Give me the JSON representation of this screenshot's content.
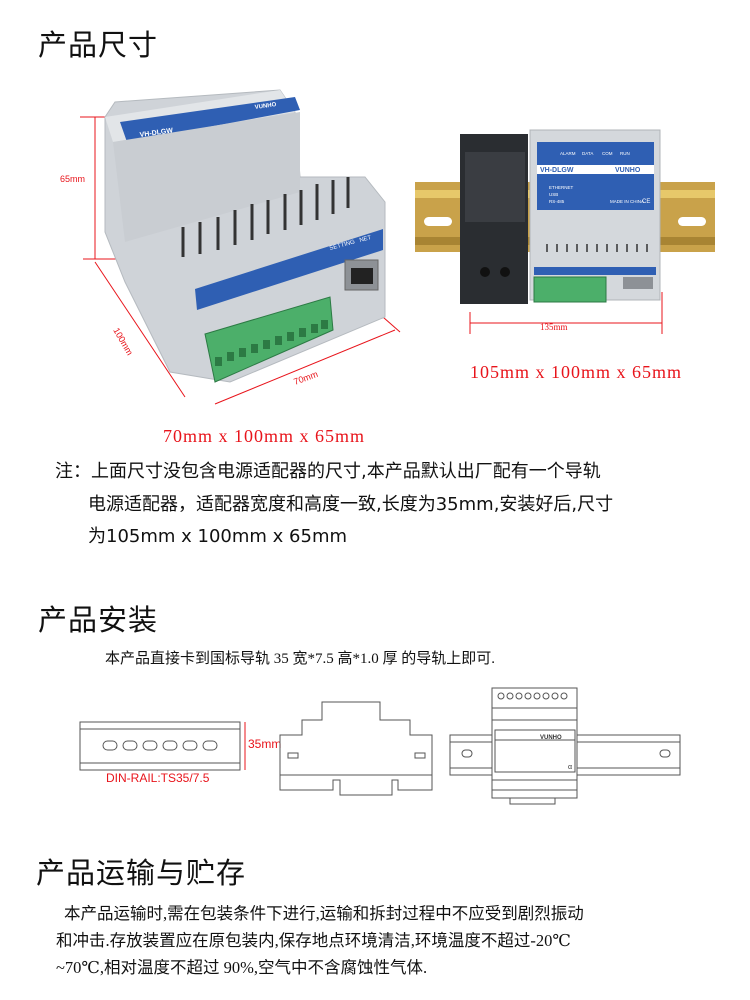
{
  "sections": {
    "size": {
      "title": "产品尺寸",
      "left_photo": {
        "dim_height": "65mm",
        "dim_depth": "100mm",
        "dim_width": "70mm",
        "caption": "70mm x 100mm x 65mm"
      },
      "right_photo": {
        "dim_width": "135mm",
        "caption": "105mm x 100mm x 65mm"
      },
      "device_labels": {
        "model": "VH-DLGW",
        "brand": "VUNHO",
        "leds": [
          "ALARM",
          "DATA",
          "COM",
          "RUN"
        ],
        "setting": "SETTING",
        "net": "NET",
        "type_rows": [
          "ETHERNET",
          "USB",
          "RS-485"
        ],
        "made_in": "MADE IN CHINA",
        "ce": "CE"
      },
      "note_lines": [
        "注：上面尺寸没包含电源适配器的尺寸,本产品默认出厂配有一个导轨",
        "电源适配器，适配器宽度和高度一致,长度为35mm,安装好后,尺寸",
        "为105mm x 100mm x 65mm"
      ]
    },
    "install": {
      "title": "产品安装",
      "text": "本产品直接卡到国标导轨 35 宽*7.5 高*1.0 厚 的导轨上即可.",
      "rail_height": "35mm",
      "rail_label": "DIN-RAIL:TS35/7.5",
      "diagram_brand": "VUNHO",
      "diagram_mark": "α"
    },
    "storage": {
      "title": "产品运输与贮存",
      "lines": [
        "本产品运输时,需在包装条件下进行,运输和拆封过程中不应受到剧烈振动",
        "和冲击.存放装置应在原包装内,保存地点环境清洁,环境温度不超过-20℃",
        "~70℃,相对温度不超过 90%,空气中不含腐蚀性气体."
      ]
    }
  },
  "colors": {
    "accent_red": "#e8141b",
    "panel_blue": "#2f5fb3",
    "terminal_green": "#4caf6a",
    "device_grey": "#d4d8dc"
  }
}
